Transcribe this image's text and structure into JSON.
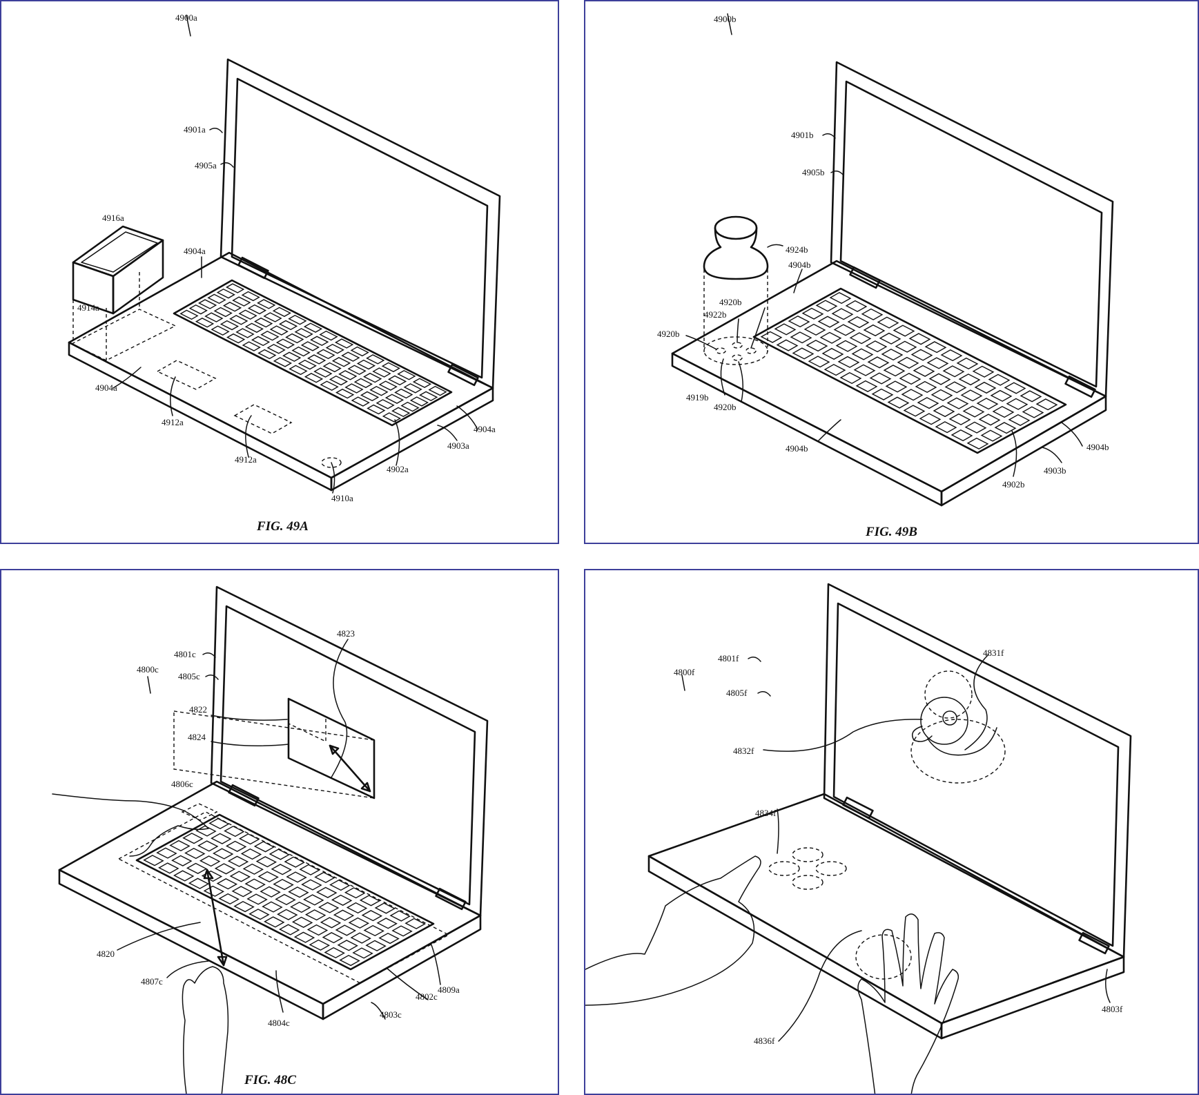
{
  "panels": [
    {
      "id": "fig49a",
      "figure": "FIG. 49A",
      "labels": [
        "4900a",
        "4901a",
        "4905a",
        "4916a",
        "4904a",
        "4914a",
        "4904a",
        "4912a",
        "4912a",
        "4910a",
        "4902a",
        "4903a",
        "4904a"
      ]
    },
    {
      "id": "fig49b",
      "figure": "FIG. 49B",
      "labels": [
        "4900b",
        "4901b",
        "4905b",
        "4924b",
        "4904b",
        "4920b",
        "4922b",
        "4920b",
        "4919b",
        "4920b",
        "4904b",
        "4902b",
        "4903b",
        "4904b"
      ]
    },
    {
      "id": "fig48c",
      "figure": "FIG. 48C",
      "labels": [
        "4800c",
        "4823",
        "4801c",
        "4805c",
        "4822",
        "4824",
        "4806c",
        "4820",
        "4807c",
        "4804c",
        "4803c",
        "4802c",
        "4809a"
      ]
    },
    {
      "id": "fig48f",
      "figure": "",
      "labels": [
        "4800f",
        "4801f",
        "4805f",
        "4831f",
        "4832f",
        "4834f",
        "4836f",
        "4803f"
      ]
    }
  ],
  "colors": {
    "panel_border": "#3d3f9a",
    "ink": "#111111",
    "background": "#ffffff"
  }
}
